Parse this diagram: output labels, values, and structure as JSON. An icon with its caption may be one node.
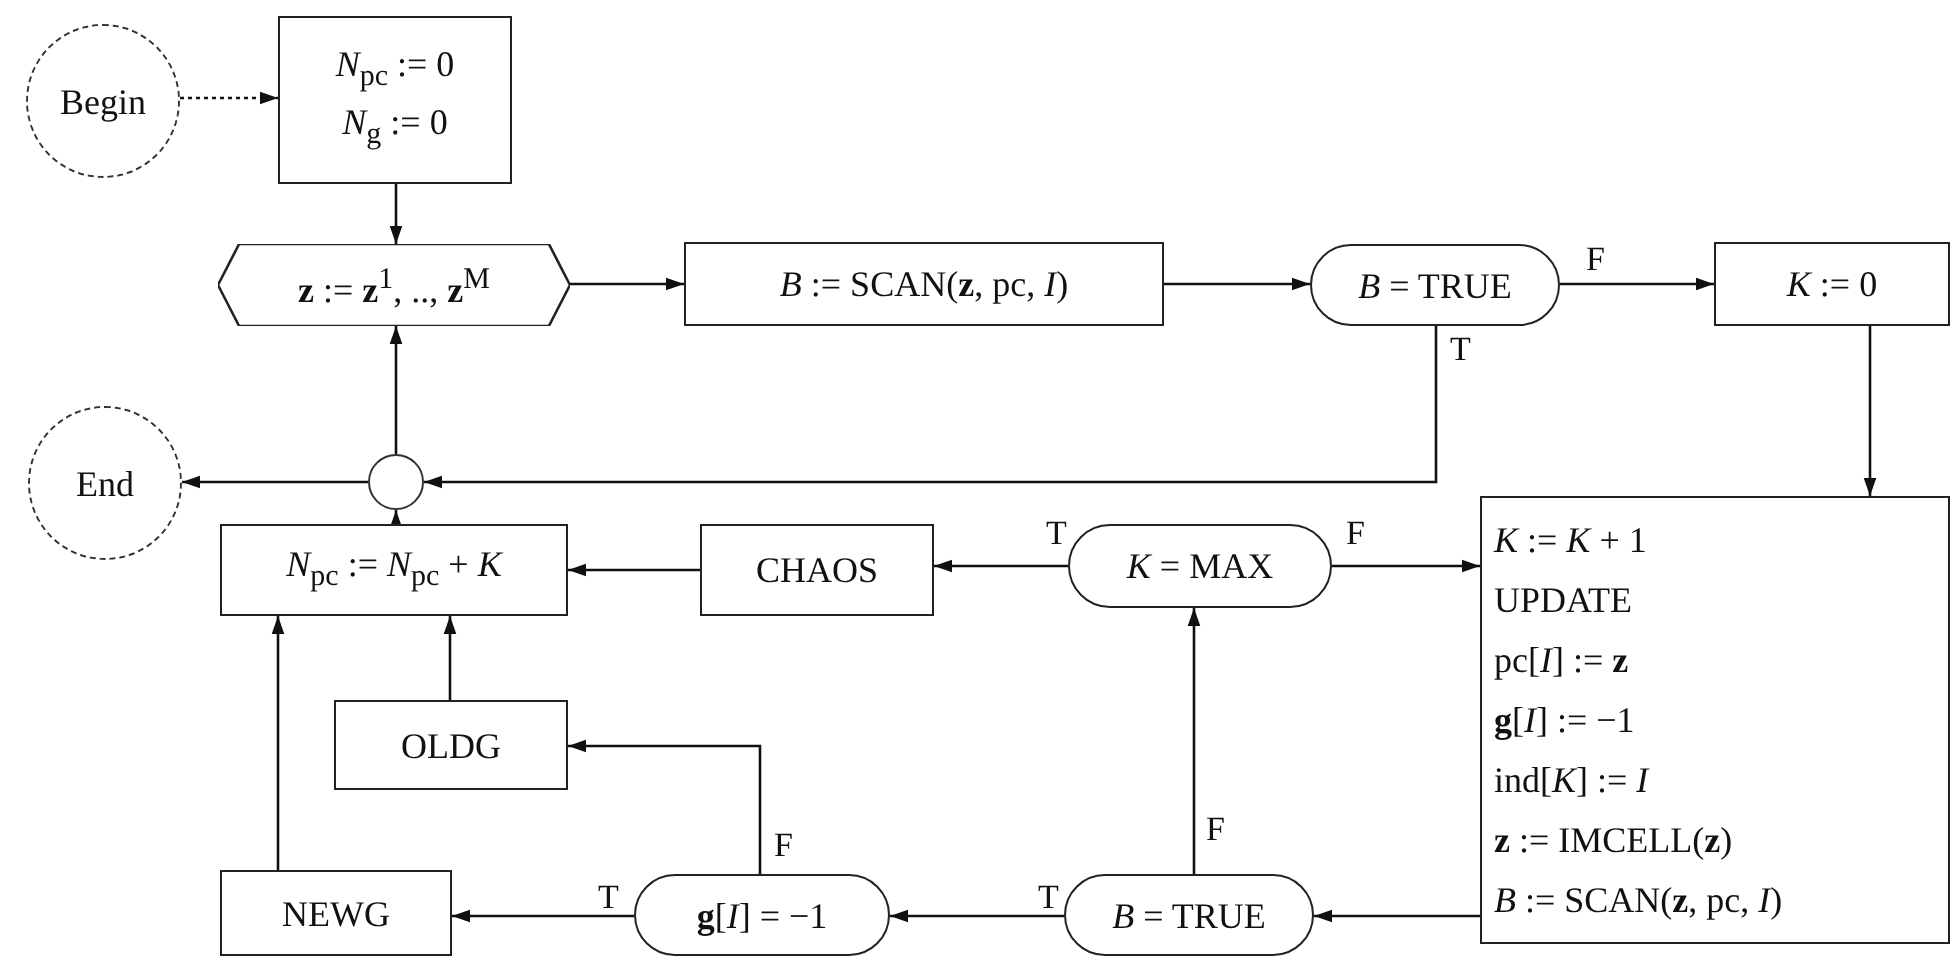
{
  "diagram": {
    "nodes": [
      {
        "text": [
          "Begin"
        ]
      },
      {
        "text": [
          "*N*$_{pc}$ := 0",
          "*N*$_{g}$ := 0"
        ]
      },
      {
        "text": [
          "**z** := **z**$^{1}$, .., **z**$^{M}$"
        ]
      },
      {
        "text": [
          "*B* := SCAN(**z**, pc, *I*)"
        ]
      },
      {
        "text": [
          "*B* = TRUE"
        ]
      },
      {
        "text": [
          "*K* := 0"
        ]
      },
      {
        "text": [
          "End"
        ]
      },
      {
        "text": [],
        "shape": "circle"
      },
      {
        "text": [
          "*N*$_{pc}$ := *N*$_{pc}$ + *K*"
        ]
      },
      {
        "text": [
          "CHAOS"
        ]
      },
      {
        "text": [
          "*K* = MAX"
        ]
      },
      {
        "text": [
          "*K* := *K* + 1",
          "UPDATE",
          "pc[*I*] := **z**",
          "**g**[*I*] := −1",
          "ind[*K*] := *I*",
          "**z** := IMCELL(**z**)",
          "*B* := SCAN(**z**, pc, *I*)"
        ]
      },
      {
        "text": [
          "OLDG"
        ]
      },
      {
        "text": [
          "NEWG"
        ]
      },
      {
        "text": [
          "**g**[*I*] = −1"
        ]
      },
      {
        "text": [
          "*B* = TRUE"
        ]
      }
    ],
    "edges": [
      {
        "from": 0,
        "to": 1,
        "arrow": "to",
        "style": "dashed"
      },
      {
        "from": 1,
        "to": 2,
        "arrow": "to"
      },
      {
        "from": 2,
        "to": 3,
        "arrow": "to"
      },
      {
        "from": 3,
        "to": 4,
        "arrow": "to"
      },
      {
        "from": 4,
        "to": 5,
        "arrow": "to",
        "label": "F"
      },
      {
        "from": 4,
        "to": 7,
        "arrow": "to",
        "label": "T"
      },
      {
        "from": 7,
        "to": 6,
        "arrow": "to"
      },
      {
        "from": 7,
        "to": 2,
        "arrow": "to"
      },
      {
        "from": 5,
        "to": 11,
        "arrow": "to"
      },
      {
        "from": 11,
        "to": 15,
        "arrow": "to"
      },
      {
        "from": 15,
        "to": 10,
        "arrow": "to",
        "label": "F"
      },
      {
        "from": 15,
        "to": 14,
        "arrow": "to",
        "label": "T"
      },
      {
        "from": 10,
        "to": 11,
        "arrow": "to",
        "label": "F"
      },
      {
        "from": 10,
        "to": 9,
        "arrow": "to",
        "label": "T"
      },
      {
        "from": 9,
        "to": 8,
        "arrow": "to"
      },
      {
        "from": 14,
        "to": 13,
        "arrow": "to",
        "label": "T"
      },
      {
        "from": 14,
        "to": 12,
        "arrow": "to",
        "label": "F"
      },
      {
        "from": 12,
        "to": 8,
        "arrow": "to"
      },
      {
        "from": 13,
        "to": 8,
        "arrow": "to"
      },
      {
        "from": 8,
        "to": 7,
        "arrow": "to"
      }
    ]
  }
}
